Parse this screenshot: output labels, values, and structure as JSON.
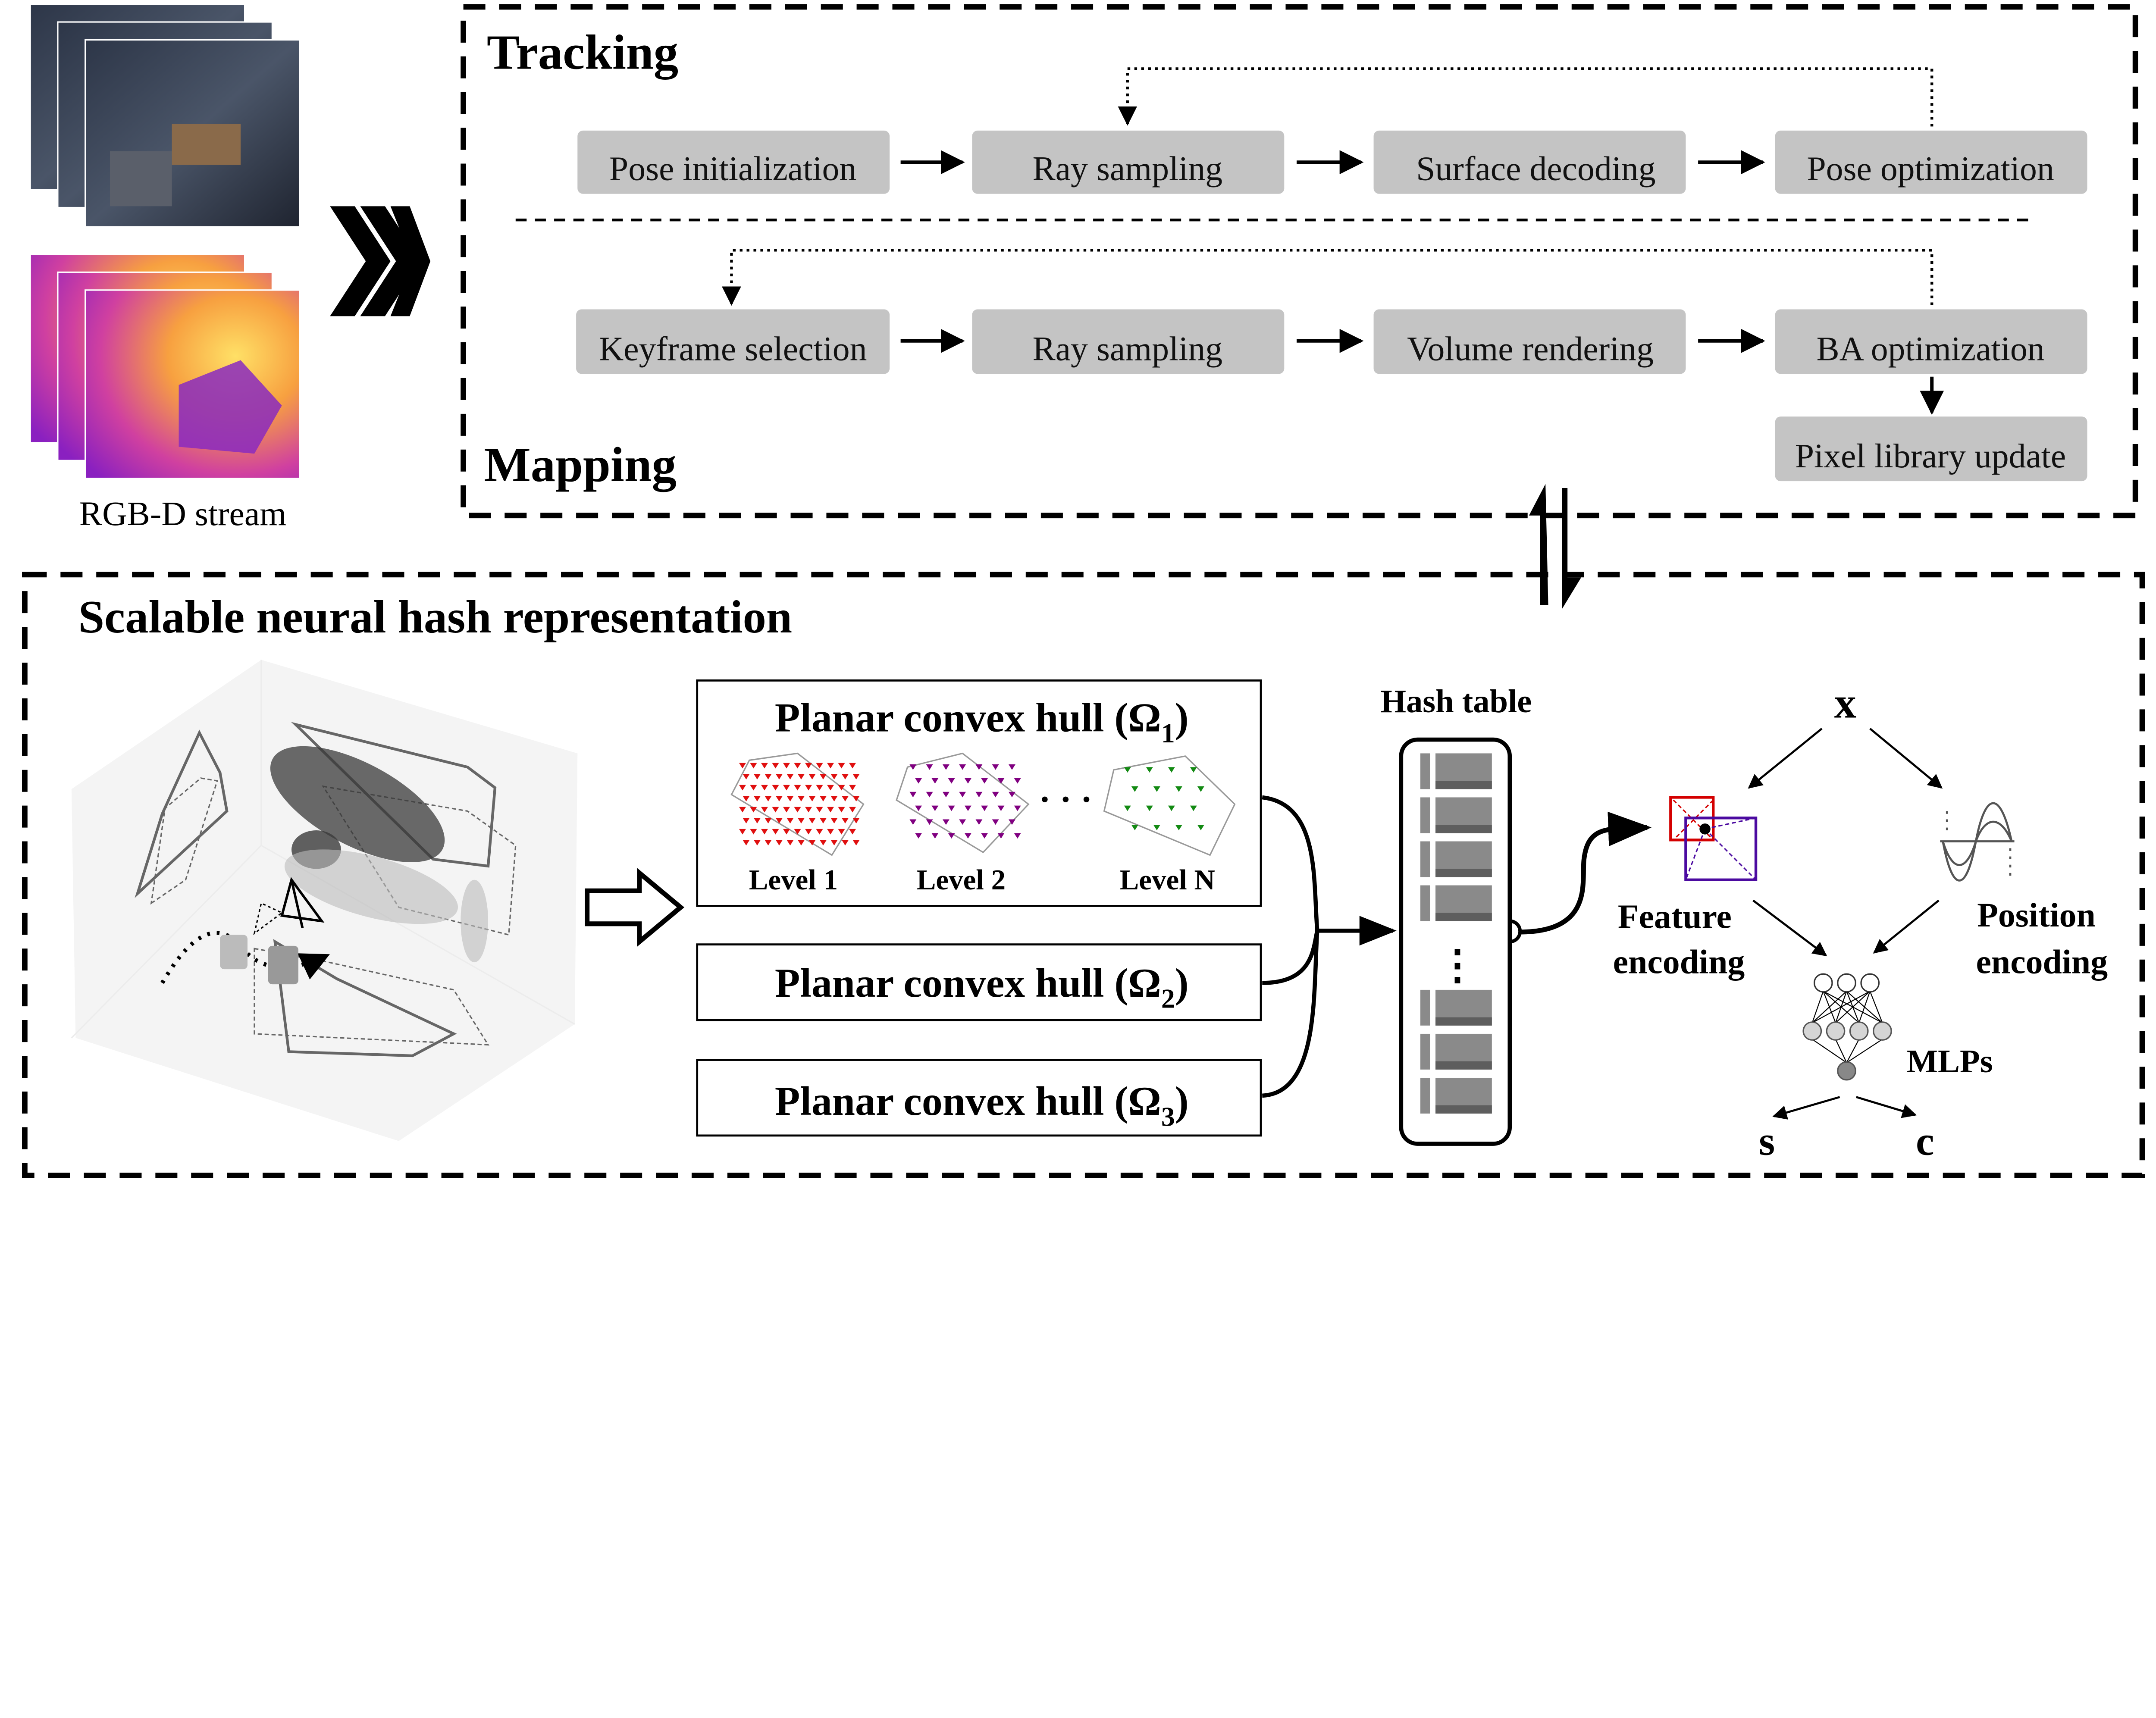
{
  "input": {
    "label": "RGB-D stream"
  },
  "tracking": {
    "title": "Tracking",
    "steps": [
      "Pose initialization",
      "Ray sampling",
      "Surface decoding",
      "Pose optimization"
    ]
  },
  "mapping": {
    "title": "Mapping",
    "steps": [
      "Keyframe selection",
      "Ray sampling",
      "Volume rendering",
      "BA optimization"
    ],
    "extra_step": "Pixel library update"
  },
  "representation": {
    "title": "Scalable neural hash representation",
    "hulls": [
      {
        "label": "Planar convex hull (",
        "symbol": "Ω",
        "sub": "1",
        "close": ")"
      },
      {
        "label": "Planar convex hull (",
        "symbol": "Ω",
        "sub": "2",
        "close": ")"
      },
      {
        "label": "Planar convex hull (",
        "symbol": "Ω",
        "sub": "3",
        "close": ")"
      }
    ],
    "levels": [
      "Level 1",
      "Level 2",
      "Level N"
    ],
    "level_ellipsis": "· · ·",
    "hash_table_label": "Hash table",
    "hash_ellipsis": "⋮",
    "input_symbol": "x",
    "feature_encoding": [
      "Feature",
      "encoding"
    ],
    "position_encoding": [
      "Position",
      "encoding"
    ],
    "mlp_label": "MLPs",
    "outputs": [
      "s",
      "c"
    ],
    "colors": {
      "level1": "#e01010",
      "level2": "#800080",
      "levelN": "#138a13",
      "cell_red": "#d40000",
      "cell_purple": "#4b0aa0"
    }
  }
}
